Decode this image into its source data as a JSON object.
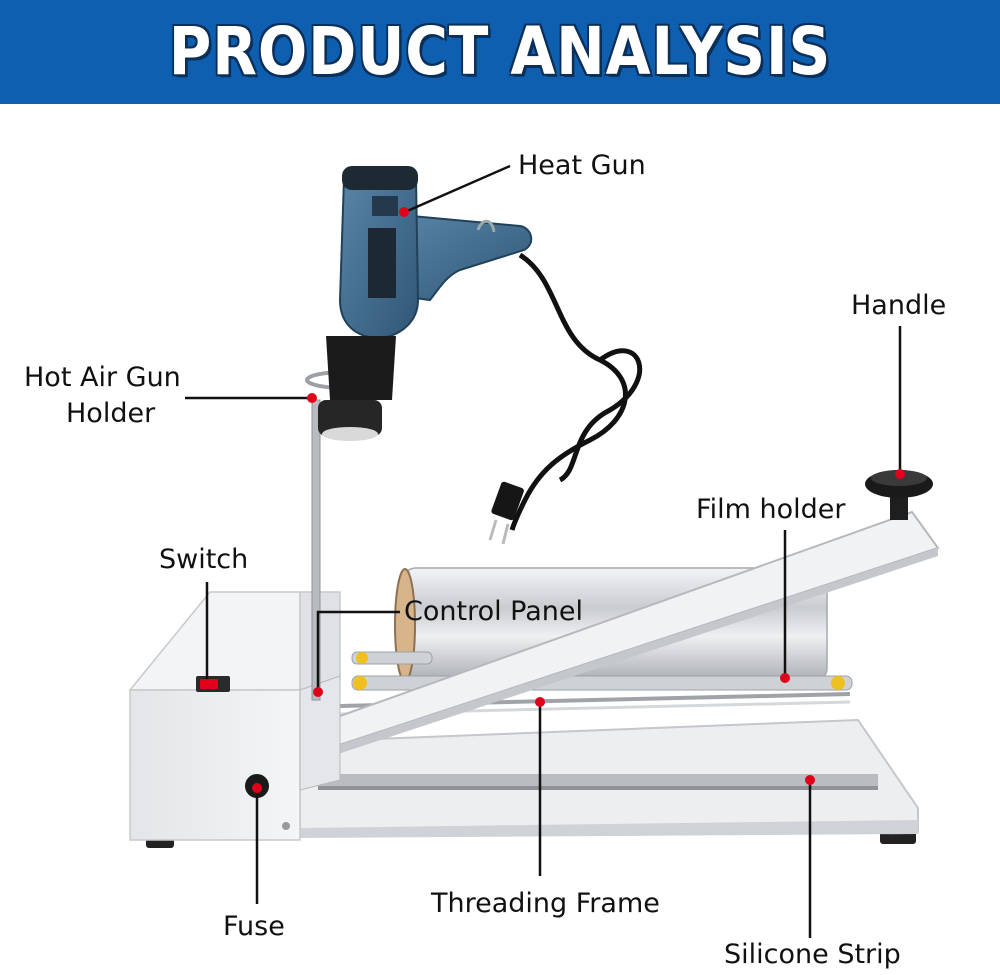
{
  "banner": {
    "title": "PRODUCT ANALYSIS"
  },
  "labels": {
    "heat_gun": "Heat Gun",
    "handle": "Handle",
    "hot_air_gun_holder_line1": "Hot Air Gun",
    "hot_air_gun_holder_line2": "Holder",
    "film_holder": "Film holder",
    "switch": "Switch",
    "control_panel": "Control Panel",
    "threading_frame": "Threading Frame",
    "fuse": "Fuse",
    "silicone_strip": "Silicone Strip"
  },
  "colors": {
    "banner": "#0f5fb0",
    "marker": "#e0001b",
    "heat_gun_body": "#3f6a8c",
    "machine_body": "#ebedef"
  }
}
